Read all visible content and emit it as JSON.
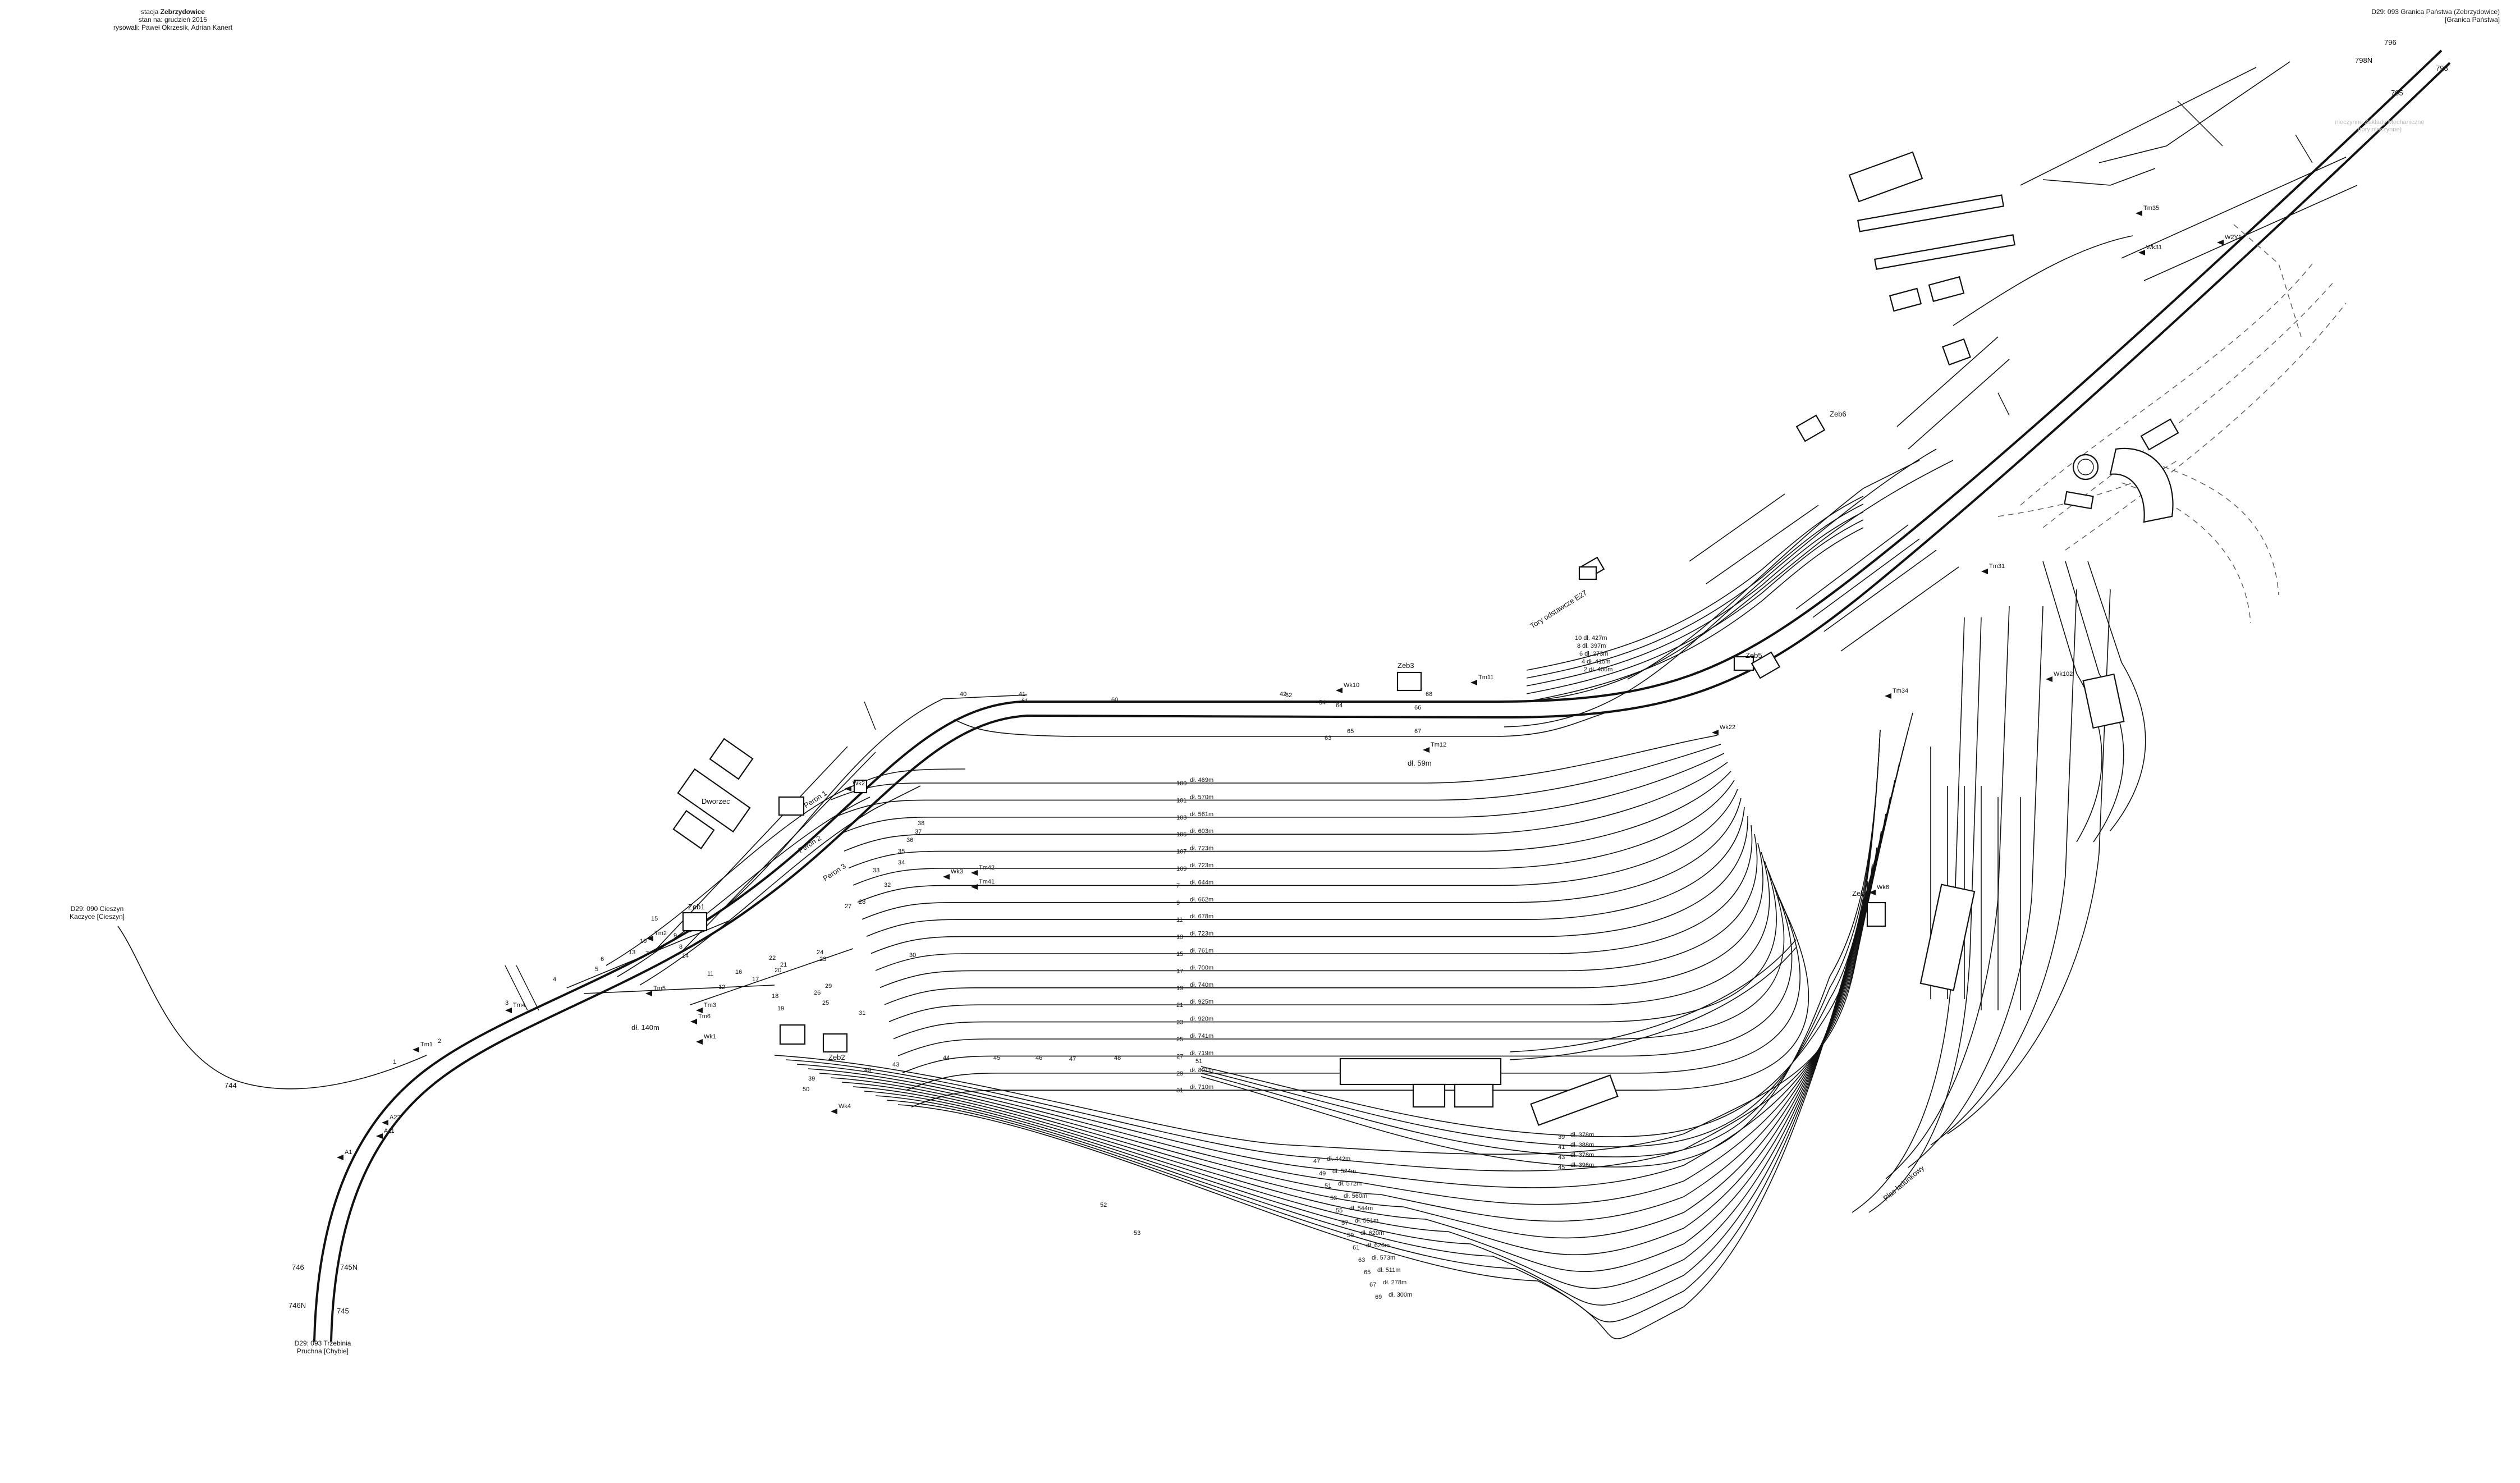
{
  "header": {
    "line1_prefix": "stacja",
    "line1_name": "Zebrzydowice",
    "line2": "stan na: grudzień 2015",
    "line3": "rysowali: Paweł Okrzesik, Adrian Kanert"
  },
  "termini": {
    "top_right": {
      "code": "D29: 093",
      "name": "Granica Państwa (Zebrzydowice)",
      "sub": "[Granica Państwa]"
    },
    "left": {
      "code": "D29: 090",
      "name": "Cieszyn",
      "sub": "Kaczyce [Cieszyn]"
    },
    "bottom": {
      "code": "D29: 093",
      "name": "Trzebinia",
      "sub": "Pruchna [Chybie]"
    }
  },
  "faint_note": [
    "nieczynne Zakłady Mechaniczne",
    "(tory nieczynne)"
  ],
  "boxes": [
    "Zeb1",
    "Zeb2",
    "Zeb3",
    "Zeb4",
    "Zeb5",
    "Zeb6"
  ],
  "yard_tracks": [
    {
      "no": "100",
      "len": "dł. 469m"
    },
    {
      "no": "101",
      "len": "dł. 570m"
    },
    {
      "no": "103",
      "len": "dł. 561m"
    },
    {
      "no": "105",
      "len": "dł. 603m"
    },
    {
      "no": "107",
      "len": "dł. 723m"
    },
    {
      "no": "109",
      "len": "dł. 723m"
    },
    {
      "no": "7",
      "len": "dł. 644m"
    },
    {
      "no": "9",
      "len": "dł. 662m"
    },
    {
      "no": "11",
      "len": "dł. 678m"
    },
    {
      "no": "13",
      "len": "dł. 723m"
    },
    {
      "no": "15",
      "len": "dł. 761m"
    },
    {
      "no": "17",
      "len": "dł. 700m"
    },
    {
      "no": "19",
      "len": "dł. 740m"
    },
    {
      "no": "21",
      "len": "dł. 925m"
    },
    {
      "no": "23",
      "len": "dł. 920m"
    },
    {
      "no": "25",
      "len": "dł. 741m"
    },
    {
      "no": "27",
      "len": "dł. 719m"
    },
    {
      "no": "29",
      "len": "dł. 801m"
    },
    {
      "no": "31",
      "len": "dł. 710m"
    }
  ],
  "lower_tracks": [
    {
      "no": "47",
      "len": "dł. 442m"
    },
    {
      "no": "49",
      "len": "dł. 524m"
    },
    {
      "no": "51",
      "len": "dł. 572m"
    },
    {
      "no": "53",
      "len": "dł. 560m"
    },
    {
      "no": "55",
      "len": "dł. 544m"
    },
    {
      "no": "57",
      "len": "dł. 551m"
    },
    {
      "no": "59",
      "len": "dł. 620m"
    },
    {
      "no": "61",
      "len": "dł. 626m"
    },
    {
      "no": "63",
      "len": "dł. 573m"
    },
    {
      "no": "65",
      "len": "dł. 511m"
    },
    {
      "no": "67",
      "len": "dł. 278m"
    },
    {
      "no": "69",
      "len": "dł. 300m"
    }
  ],
  "right_tracks": [
    {
      "no": "39",
      "len": "dł. 378m"
    },
    {
      "no": "41",
      "len": "dł. 388m"
    },
    {
      "no": "43",
      "len": "dł. 378m"
    },
    {
      "no": "45",
      "len": "dł. 396m"
    }
  ],
  "upper_tracks": [
    {
      "no": "2",
      "len": "dł. 406m"
    },
    {
      "no": "4",
      "len": "dł. 415m"
    },
    {
      "no": "6",
      "len": "dł. 273m"
    },
    {
      "no": "8",
      "len": "dł. 397m"
    },
    {
      "no": "10",
      "len": "dł. 427m"
    }
  ],
  "signals": [
    "Tm1",
    "Tm2",
    "Tm3",
    "Tm4",
    "Tm5",
    "Tm6",
    "Tm11",
    "Tm12",
    "Tm31",
    "Tm34",
    "Tm35",
    "Tm41",
    "Tm42",
    "Wk1",
    "Wk2",
    "Wk3",
    "Wk4",
    "Wk6",
    "Wk10",
    "Wk22",
    "Wk31",
    "Wk102",
    "W2Y1",
    "A1",
    "A22",
    "A11"
  ],
  "misc_labels": [
    "Tory odstawcze E27",
    "Plac ładunkowy",
    "Peron 1",
    "Peron 2",
    "Peron 3",
    "Dworzec",
    "dł. 140m",
    "dł. 59m",
    "D29: 090"
  ],
  "km_labels": [
    "796",
    "798N",
    "798",
    "795",
    "746",
    "745",
    "746N",
    "745N",
    "744"
  ]
}
